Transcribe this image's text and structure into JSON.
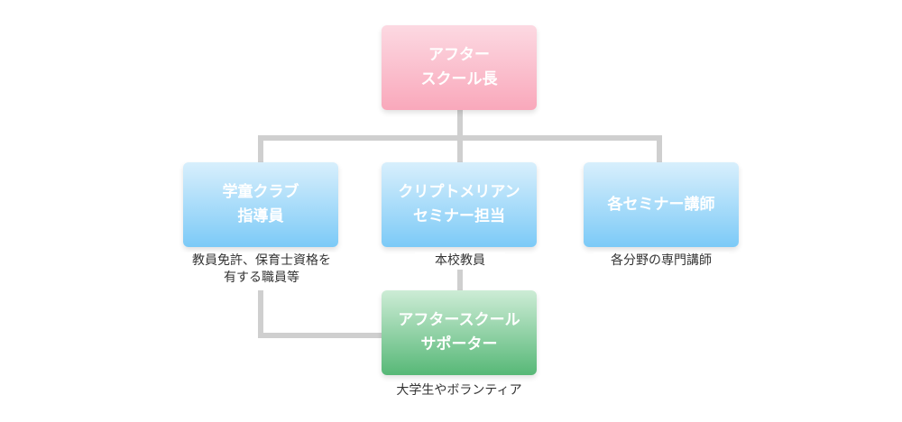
{
  "colors": {
    "connector": "#cfcfcf",
    "head_box": "#f9a8bb",
    "staff_box": "#7ccaf7",
    "supporter_box": "#57b877",
    "box_text": "#ffffff",
    "caption_text": "#333333"
  },
  "nodes": {
    "head": {
      "label": "アフター\nスクール長"
    },
    "club_instructor": {
      "label": "学童クラブ\n指導員",
      "caption": "教員免許、保育士資格を\n有する職員等"
    },
    "seminar_lead": {
      "label": "クリプトメリアン\nセミナー担当",
      "caption": "本校教員"
    },
    "seminar_lecturers": {
      "label": "各セミナー講師",
      "caption": "各分野の専門講師"
    },
    "supporter": {
      "label": "アフタースクール\nサポーター",
      "caption": "大学生やボランティア"
    }
  }
}
